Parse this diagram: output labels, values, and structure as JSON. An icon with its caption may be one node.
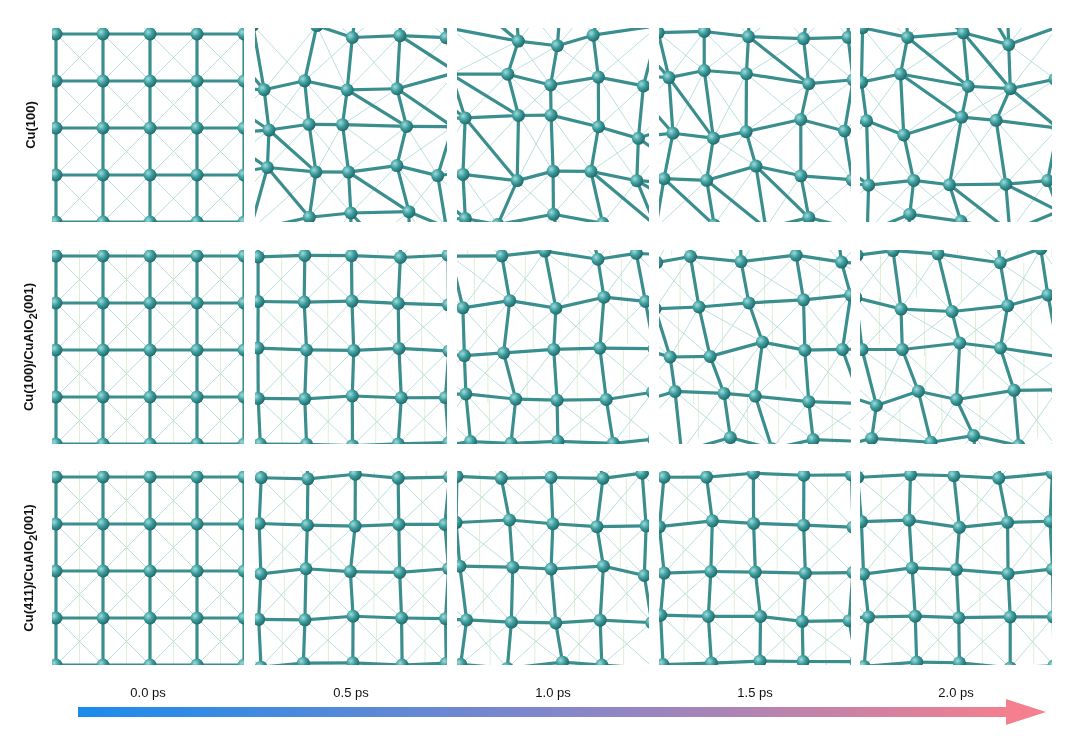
{
  "diagram": {
    "labels": [
      "Cu(100)",
      "Cu(100)/CuAlO$_{2}$(001)",
      "Cu(411)/CuAlO$_{2}$(001)",
      "0.0 ps",
      "0.5 ps",
      "1.0 ps",
      "1.5 ps",
      "2.0 ps"
    ]
  }
}
